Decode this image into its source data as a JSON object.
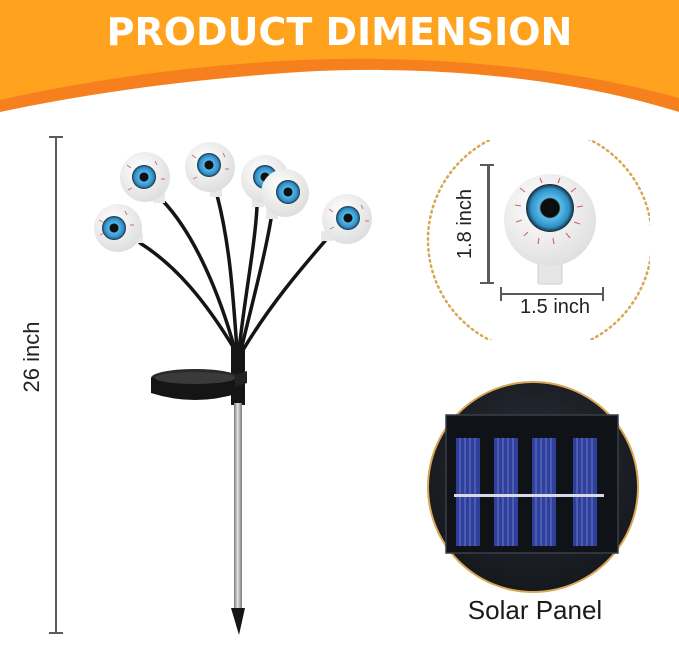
{
  "banner": {
    "title": "PRODUCT DIMENSION",
    "colors": {
      "primary": "#FFA31F",
      "accent": "#F7801E",
      "text": "#FFFFFF"
    }
  },
  "height_dimension": {
    "label": "26 inch"
  },
  "product": {
    "name": "eyeball solar stake light",
    "eyeball_count": 6,
    "eye_colors": {
      "ball": "#F2F2F2",
      "iris": "#3EA6DB",
      "iris_dark": "#1D2A3A",
      "veins": "#C8456A"
    },
    "stake_color": "#1A1A1A",
    "pole_color": "#B8B8B8"
  },
  "detail_eyeball": {
    "height_label": "1.8 inch",
    "width_label": "1.5 inch",
    "border_color": "#D9A655"
  },
  "solar_panel": {
    "label": "Solar Panel",
    "panel_color": "#2E3F9C",
    "housing_color": "#1F232A"
  }
}
